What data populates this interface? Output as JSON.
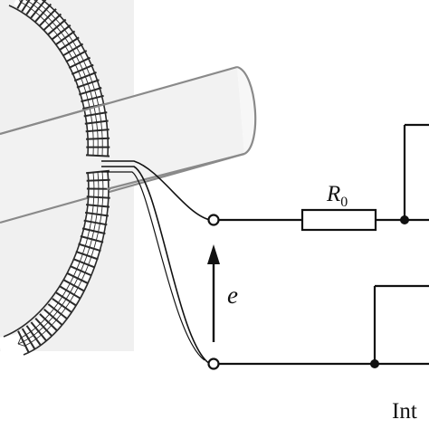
{
  "labels": {
    "resistor": "R",
    "resistor_subscript": "0",
    "emf": "e",
    "integrator_partial": "Int"
  },
  "colors": {
    "line": "#111111",
    "background": "#ffffff",
    "coil_panel": "#f0f0f0",
    "conductor_outline": "#8a8a8a",
    "conductor_fill": "#f2f2f2",
    "coil_hatch": "#2a2a2a"
  }
}
